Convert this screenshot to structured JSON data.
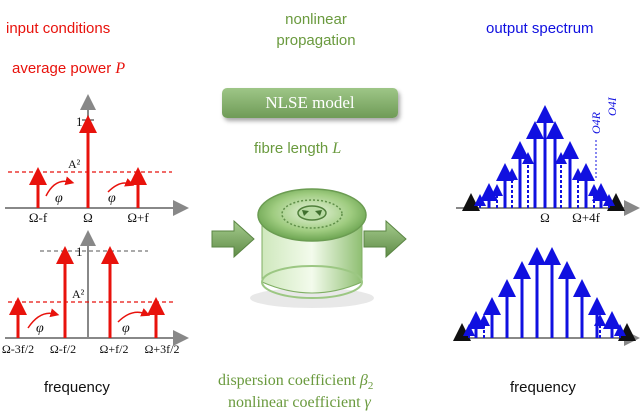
{
  "left": {
    "heading": "input conditions",
    "power_label": "average power",
    "power_symbol": "P",
    "xlabel": "frequency",
    "top_plot": {
      "y_ticks": [
        "1",
        "A²"
      ],
      "x_ticks": [
        "Ω-f",
        "Ω",
        "Ω+f"
      ],
      "phase_symbol": "φ"
    },
    "bottom_plot": {
      "y_ticks": [
        "1",
        "A²"
      ],
      "x_ticks": [
        "Ω-3f/2",
        "Ω-f/2",
        "Ω+f/2",
        "Ω+3f/2"
      ],
      "phase_symbol": "φ"
    }
  },
  "center": {
    "heading_line1": "nonlinear",
    "heading_line2": "propagation",
    "model_label": "NLSE model",
    "length_label": "fibre length",
    "length_symbol": "L",
    "dispersion_label": "dispersion coefficient",
    "dispersion_symbol": "β",
    "dispersion_sub": "2",
    "nonlinear_label": "nonlinear coefficient",
    "nonlinear_symbol": "γ"
  },
  "right": {
    "heading": "output spectrum",
    "xlabel": "frequency",
    "top_plot": {
      "x_ticks": [
        "Ω",
        "Ω+4f"
      ],
      "order_labels": [
        "O4R",
        "O4I"
      ]
    }
  },
  "colors": {
    "input": "#e8120c",
    "model": "#6a9a3e",
    "output": "#1010e0",
    "axis": "#888888"
  }
}
